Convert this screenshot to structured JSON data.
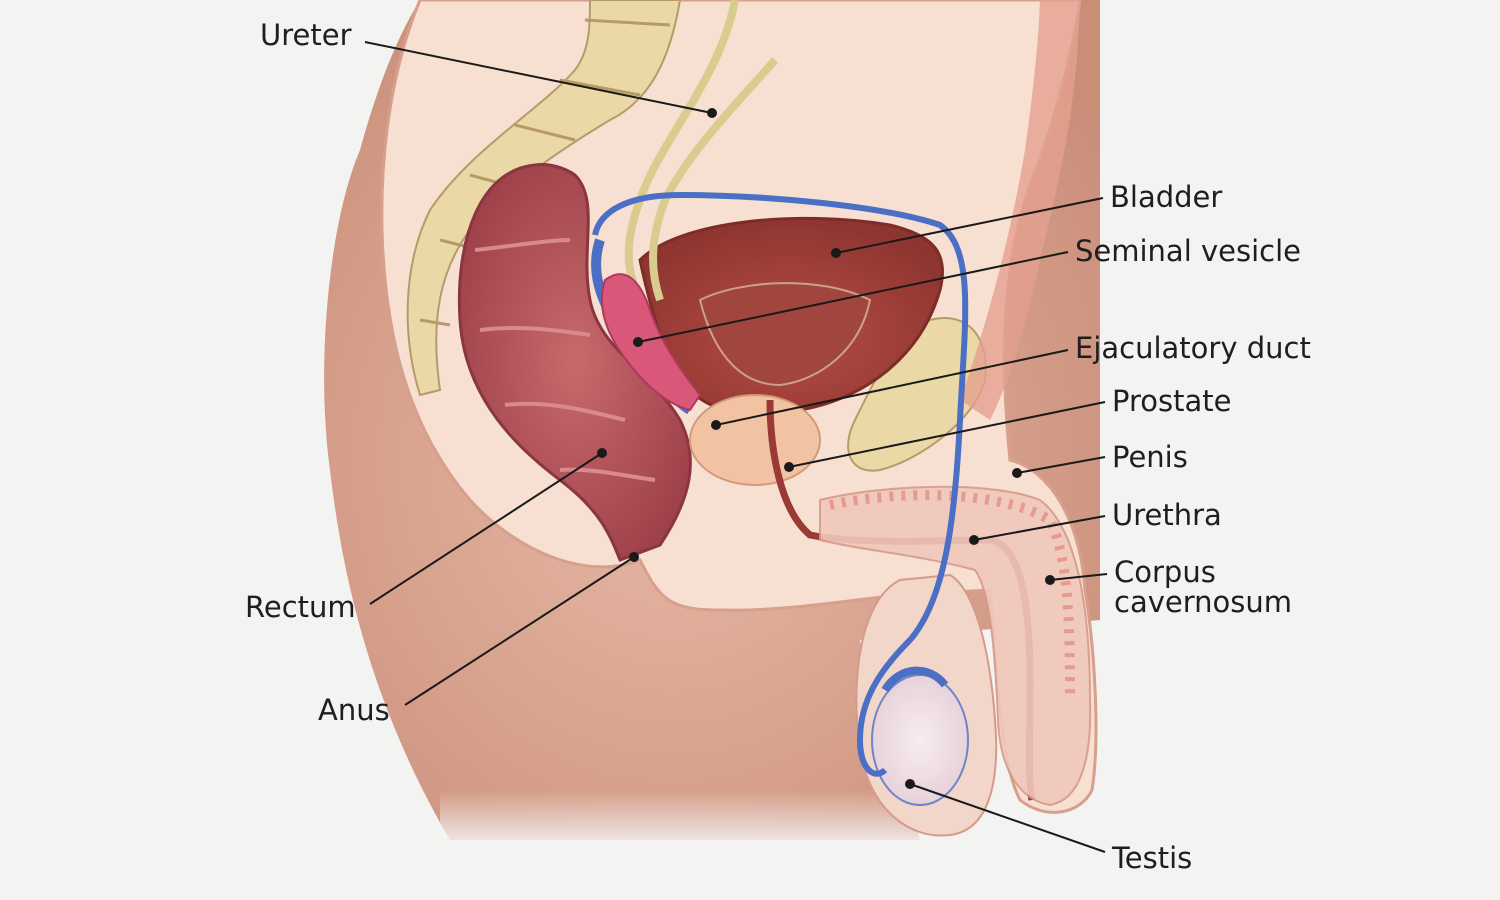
{
  "diagram": {
    "labels": {
      "ureter": "Ureter",
      "bladder": "Bladder",
      "seminal_vesicle": "Seminal vesicle",
      "ejaculatory_duct": "Ejaculatory duct",
      "prostate": "Prostate",
      "penis": "Penis",
      "urethra": "Urethra",
      "corpus_cavernosum_line1": "Corpus",
      "corpus_cavernosum_line2": "cavernosum",
      "rectum": "Rectum",
      "anus": "Anus",
      "testis": "Testis"
    },
    "colors": {
      "background": "#f3f3f2",
      "skin_outer": "#d8a48f",
      "skin_inner": "#f6dccd",
      "bone": "#ead9a6",
      "rectum_tissue": "#b5555c",
      "bladder_tissue": "#9e3a36",
      "vas_deferens": "#4a6fc4",
      "ureter": "#d8cc8e",
      "seminal_vesicle": "#d9587a",
      "prostate": "#f2c3a2",
      "urethra": "#9a3a35",
      "label_text": "#1e1e1e"
    }
  }
}
